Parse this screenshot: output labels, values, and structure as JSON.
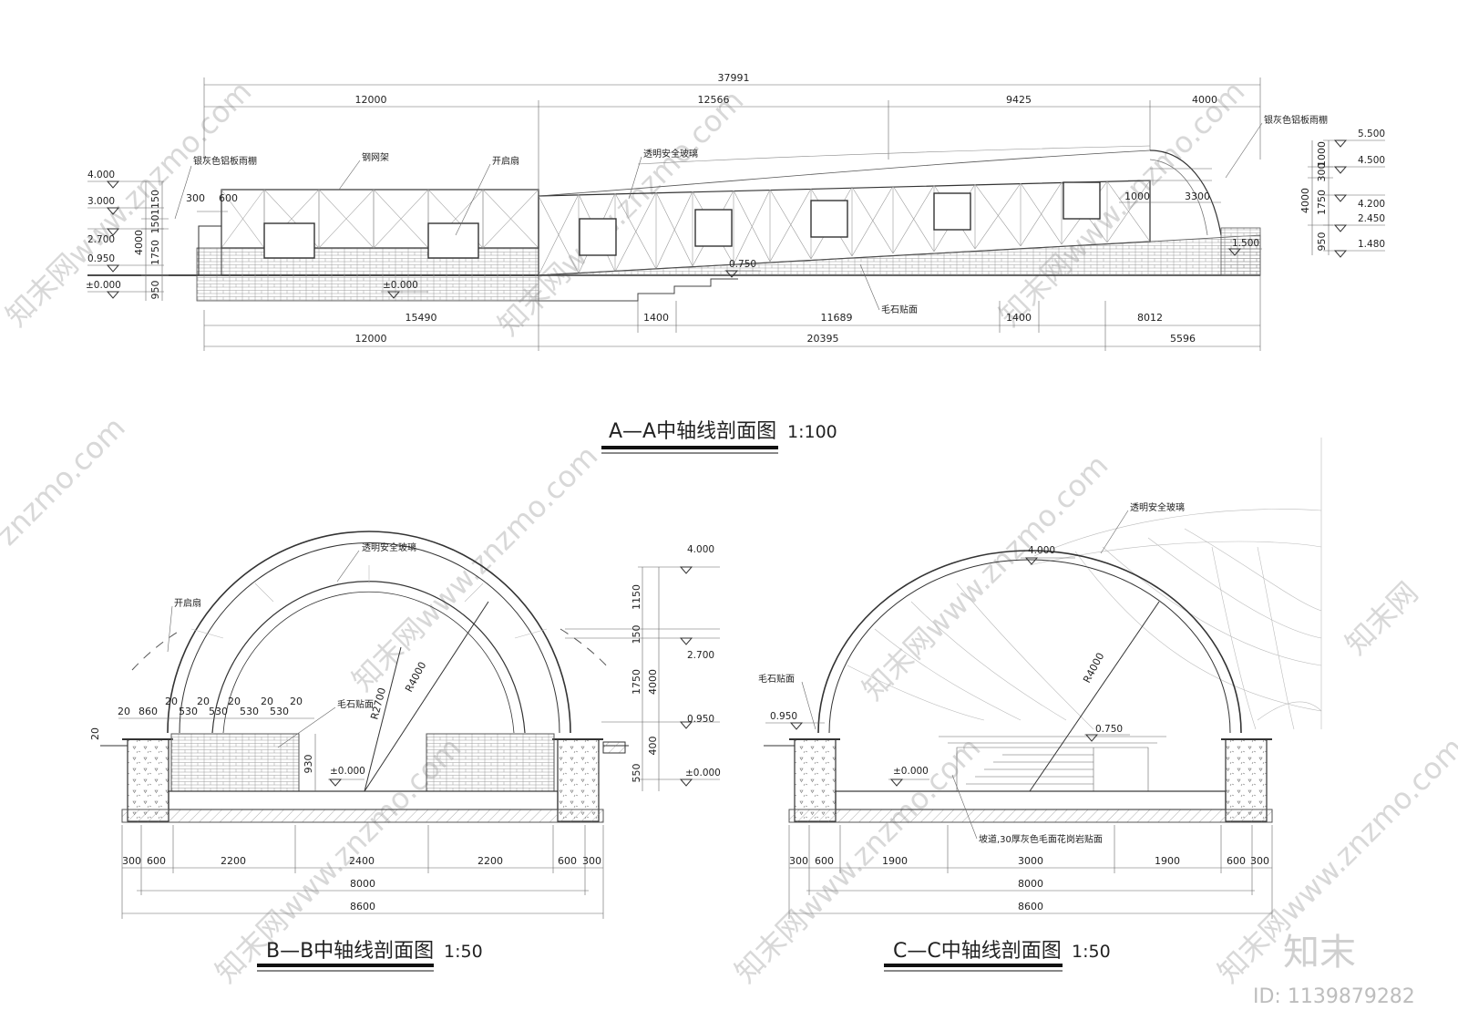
{
  "section_aa": {
    "title": "A—A中轴线剖面图",
    "scale": "1:100",
    "top_dims": {
      "overall": "37991",
      "segments": [
        "12000",
        "12566",
        "9425",
        "4000"
      ]
    },
    "bottom_dims_row1": [
      "15490",
      "1400",
      "11689",
      "1400",
      "8012"
    ],
    "bottom_dims_row2": [
      "12000",
      "20395",
      "5596"
    ],
    "left_levels": [
      "4.000",
      "3.000",
      "2.700",
      "0.950",
      "±0.000"
    ],
    "left_dims": [
      "1150",
      "150",
      "1750",
      "4000",
      "950"
    ],
    "right_levels": [
      "5.500",
      "4.500",
      "4.200",
      "2.450",
      "1.480"
    ],
    "right_dims": [
      "1000",
      "300",
      "1750",
      "950",
      "4000"
    ],
    "small_dims": [
      "300",
      "600",
      "1000",
      "3300"
    ],
    "inner_levels": [
      "±0.000",
      "0.750",
      "1.500"
    ],
    "labels": {
      "canopy_left": "银灰色铝板雨棚",
      "steel_frame": "钢网架",
      "open_sash": "开启扇",
      "glass": "透明安全玻璃",
      "canopy_right": "银灰色铝板雨棚",
      "stone": "毛石贴面"
    }
  },
  "section_bb": {
    "title": "B—B中轴线剖面图",
    "scale": "1:50",
    "labels": {
      "glass": "透明安全玻璃",
      "open_sash": "开启扇",
      "stone": "毛石贴面"
    },
    "radii": [
      "R4000",
      "R2700"
    ],
    "levels": [
      "4.000",
      "2.700",
      "0.950",
      "±0.000",
      "±0.000"
    ],
    "right_dims": [
      "1150",
      "150",
      "1750",
      "4000",
      "400",
      "550"
    ],
    "top_small_dims": [
      "20",
      "860",
      "20",
      "530",
      "20",
      "530",
      "20",
      "530",
      "20",
      "530",
      "20"
    ],
    "left_small": "20",
    "inner_height": "930",
    "bottom_dims": [
      "300",
      "600",
      "2200",
      "2400",
      "2200",
      "600",
      "300"
    ],
    "total_inner": "8000",
    "total": "8600"
  },
  "section_cc": {
    "title": "C—C中轴线剖面图",
    "scale": "1:50",
    "labels": {
      "glass": "透明安全玻璃",
      "stone": "毛石贴面",
      "ramp": "坡道,30厚灰色毛面花岗岩贴面"
    },
    "radius": "R4000",
    "levels": [
      "4.000",
      "0.950",
      "0.750",
      "±0.000"
    ],
    "bottom_dims": [
      "300",
      "600",
      "1900",
      "3000",
      "1900",
      "600",
      "300"
    ],
    "total_inner": "8000",
    "total": "8600"
  },
  "watermark": {
    "text": "知末网www.znzmo.com",
    "logo": "知末",
    "id": "ID: 1139879282"
  }
}
